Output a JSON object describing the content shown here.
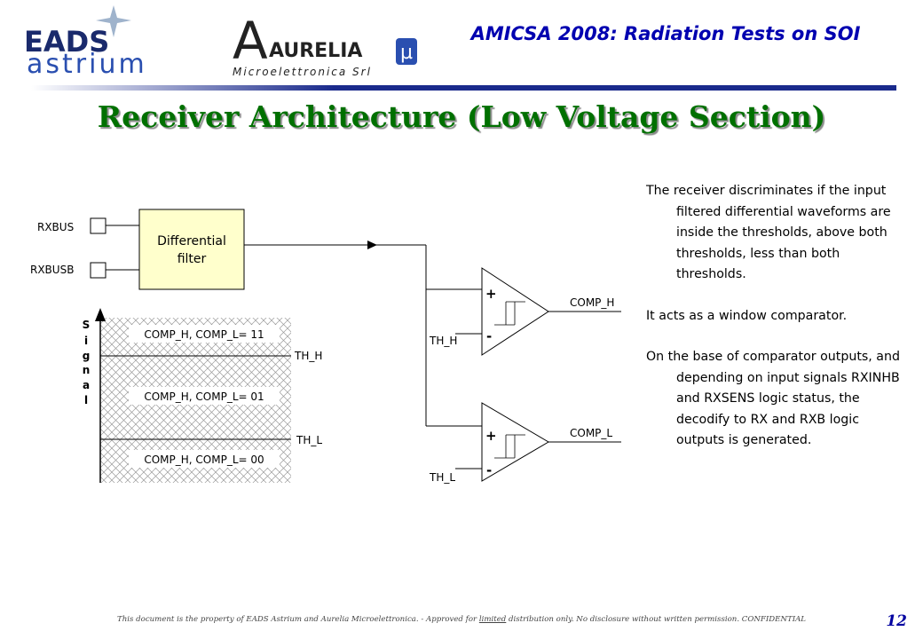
{
  "header": {
    "title": "AMICSA 2008: Radiation Tests on SOI",
    "logo_eads": {
      "line1": "EADS",
      "line2": "astrium"
    },
    "logo_aurelia": {
      "letter": "A",
      "name": "AURELIA",
      "sub": "Microelettronica Srl",
      "mu": "µ"
    },
    "rule_colors": [
      "#ffffff",
      "#1a2a8c"
    ]
  },
  "slide_title": "Receiver Architecture (Low Voltage Section)",
  "diagram": {
    "inputs": [
      "RXBUS",
      "RXBUSB"
    ],
    "filter_block": {
      "line1": "Differential",
      "line2": "filter",
      "fill": "#ffffcc"
    },
    "comparators": [
      {
        "output_label": "COMP_H",
        "threshold_label": "TH_H",
        "plus": "+",
        "minus": "-"
      },
      {
        "output_label": "COMP_L",
        "threshold_label": "TH_L",
        "plus": "+",
        "minus": "-"
      }
    ],
    "signal_axis_letters": [
      "S",
      "i",
      "g",
      "n",
      "a",
      "l"
    ],
    "regions": [
      "COMP_H, COMP_L= 11",
      "COMP_H, COMP_L= 01",
      "COMP_H, COMP_L= 00"
    ],
    "threshold_lines": [
      "TH_H",
      "TH_L"
    ]
  },
  "body_text": {
    "para1": "The receiver discriminates if the input filtered differential waveforms are inside the thresholds, above both thresholds, less than both thresholds.",
    "para2": "It acts as a window comparator.",
    "para3": "On the base of comparator outputs, and depending on input signals RXINHB and RXSENS logic status, the decodify to RX and RXB logic outputs is generated."
  },
  "footer": {
    "note_pre": "This document is the property of EADS Astrium and Aurelia Microelettronica. - Approved for ",
    "note_underlined": "limited",
    "note_post": " distribution only. No disclosure without written permission. CONFIDENTIAL",
    "page_number": "12"
  }
}
